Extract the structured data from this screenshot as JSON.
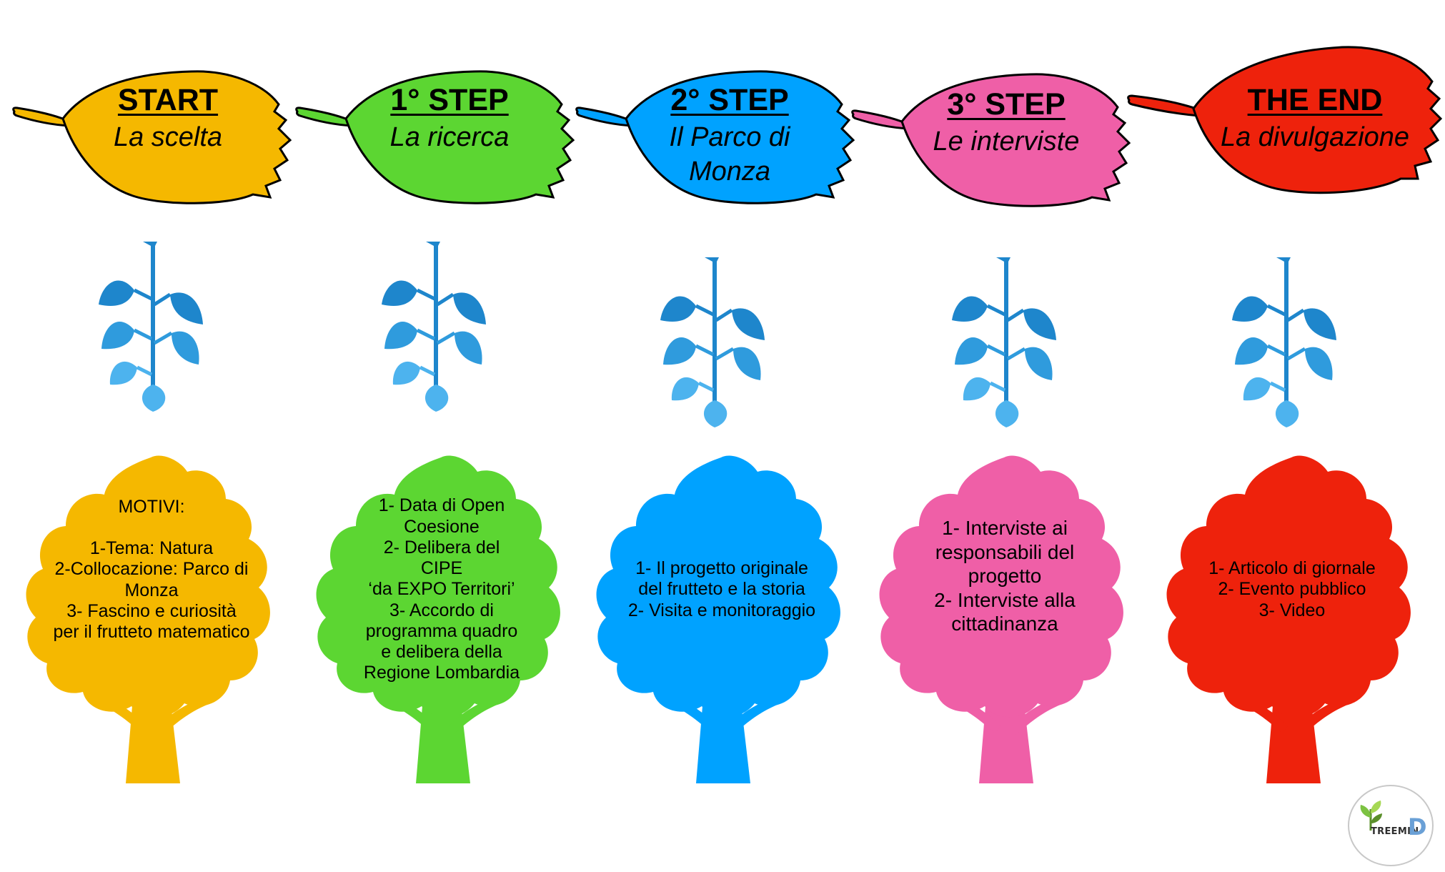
{
  "steps": [
    {
      "id": "start",
      "title": "START",
      "subtitle": "La scelta",
      "color": "#F5B800",
      "tree_lines": [
        "MOTIVI:",
        "",
        "1-Tema: Natura",
        "2-Collocazione: Parco di",
        "Monza",
        "3- Fascino e curiosità",
        "per il frutteto matematico"
      ]
    },
    {
      "id": "step1",
      "title": "1° STEP",
      "subtitle": "La ricerca",
      "color": "#5CD632",
      "tree_lines": [
        "1- Data di Open",
        "Coesione",
        "2- Delibera del",
        "CIPE",
        "‘da EXPO Territori’",
        "3- Accordo di",
        "programma quadro",
        "e delibera della",
        "Regione Lombardia"
      ]
    },
    {
      "id": "step2",
      "title": "2° STEP",
      "subtitle": "Il Parco di Monza",
      "color": "#00A2FF",
      "tree_lines": [
        "1- Il progetto originale",
        "del frutteto e la storia",
        "2- Visita e monitoraggio"
      ]
    },
    {
      "id": "step3",
      "title": "3° STEP",
      "subtitle": "Le interviste",
      "color": "#EF5FA7",
      "tree_lines": [
        "1- Interviste ai",
        "responsabili del",
        "progetto",
        "2- Interviste alla",
        "cittadinanza"
      ]
    },
    {
      "id": "end",
      "title": "THE END",
      "subtitle": "La divulgazione",
      "color": "#EE220C",
      "tree_lines": [
        "1- Articolo di giornale",
        "2- Evento pubblico",
        "3- Video"
      ]
    }
  ],
  "twig_colors": {
    "dark": "#1E86CC",
    "mid": "#2F9BDD",
    "light": "#4DB3EE"
  },
  "logo": {
    "text": "TREEMIN",
    "letter": "D"
  }
}
